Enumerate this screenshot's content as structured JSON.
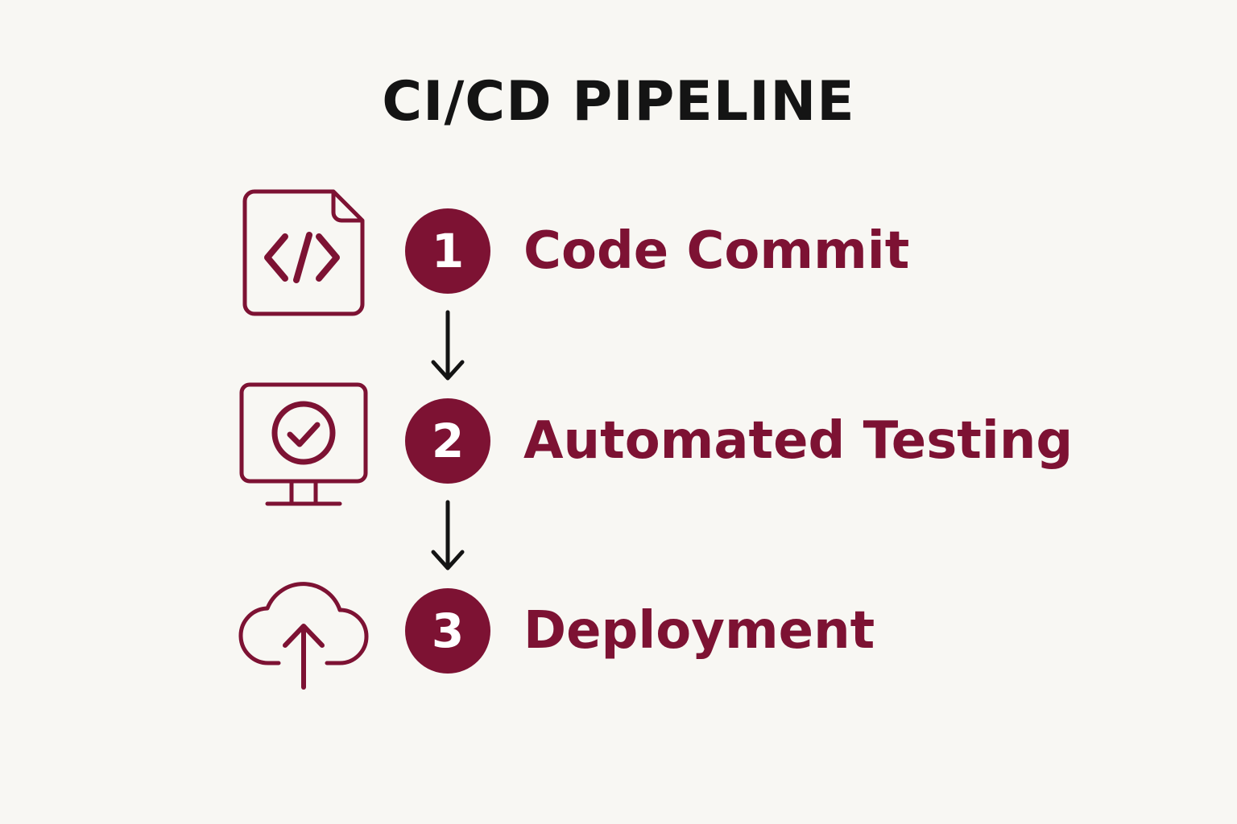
{
  "title": "CI/CD PIPELINE",
  "accent_color": "#7d1233",
  "arrow_color": "#141414",
  "steps": [
    {
      "number": "1",
      "label": "Code Commit",
      "icon": "code-file-icon"
    },
    {
      "number": "2",
      "label": "Automated Testing",
      "icon": "monitor-check-icon"
    },
    {
      "number": "3",
      "label": "Deployment",
      "icon": "cloud-upload-icon"
    }
  ]
}
